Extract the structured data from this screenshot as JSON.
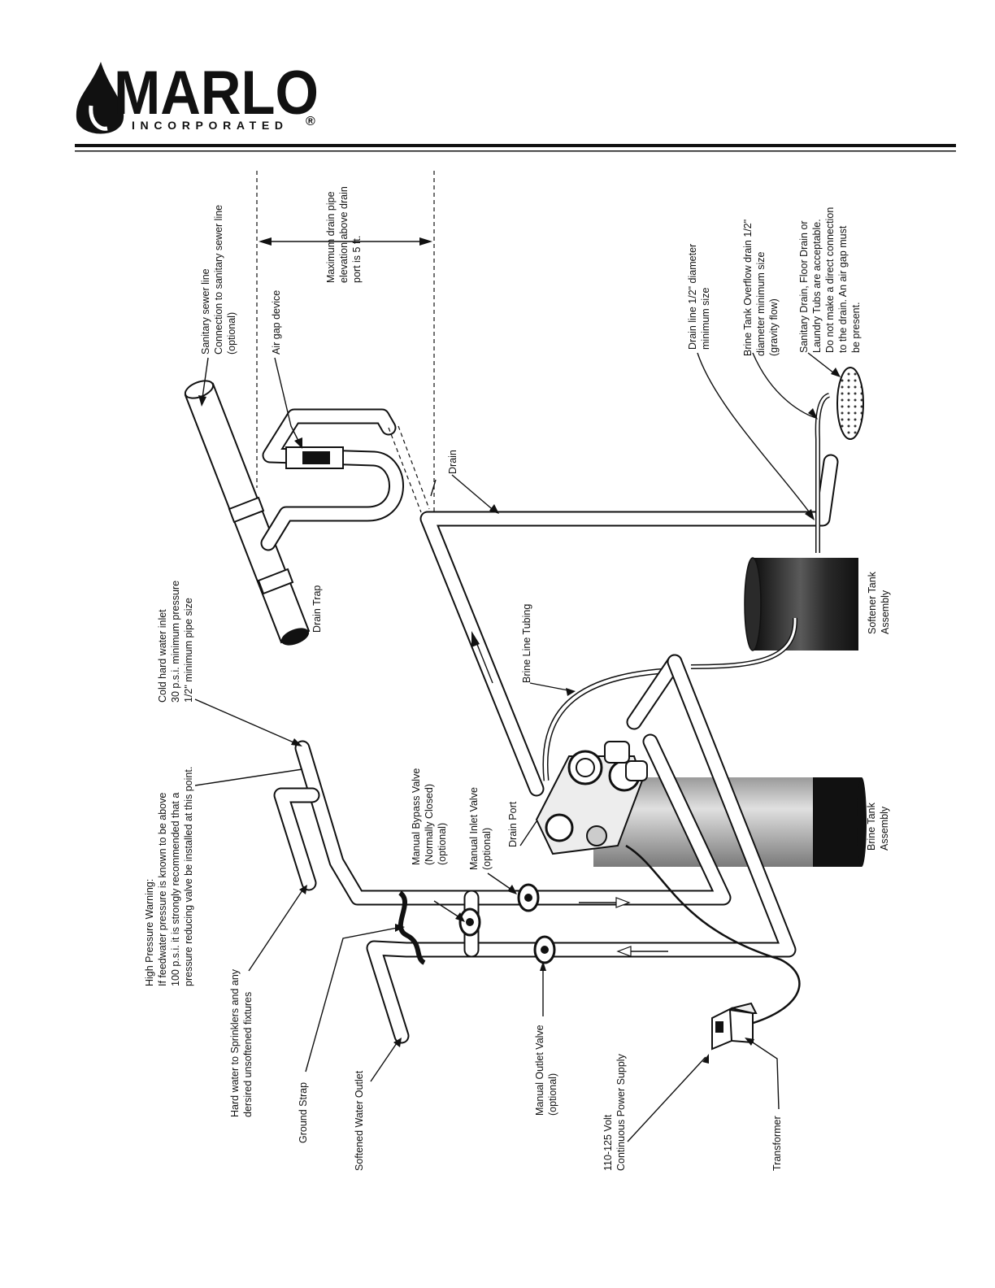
{
  "logo": {
    "brand": "MARLO",
    "sub": "INCORPORATED",
    "registered": "®"
  },
  "labels": {
    "sanitary_sewer": [
      "Sanitary sewer line",
      "Connection to sanitary sewer line",
      "(optional)"
    ],
    "air_gap": [
      "Air gap device"
    ],
    "max_drain": [
      "Maximum drain pipe",
      "elevation above drain",
      "port is 5 ft."
    ],
    "drain_line": [
      "Drain line 1/2\" diameter",
      "minimum size"
    ],
    "brine_overflow": [
      "Brine Tank Overflow drain 1/2\"",
      "diameter minimum size",
      "(gravity flow)"
    ],
    "sanitary_drain": [
      "Sanitary Drain, Floor Drain or",
      "Laundry Tubs are acceptable.",
      "Do not make a direct connection",
      "to the drain. An air gap must",
      "be present."
    ],
    "drain": [
      "Drain"
    ],
    "drain_trap": [
      "Drain Trap"
    ],
    "softener_tank": [
      "Softener Tank",
      "Assembly"
    ],
    "brine_line": [
      "Brine Line Tubing"
    ],
    "cold_inlet": [
      "Cold hard water inlet",
      "30 p.s.i. minimum pressure",
      "1/2\" minimum pipe size"
    ],
    "high_pressure": [
      "High Pressure Warning:",
      "If feedwater pressure is known to be above",
      "100 p.s.i. it is strongly recommended that a",
      "pressure reducing valve be installed at this point."
    ],
    "bypass_valve": [
      "Manual Bypass Valve",
      "(Normally Closed)",
      "(optional)"
    ],
    "inlet_valve": [
      "Manual Inlet Valve",
      "(optional)"
    ],
    "drain_port": [
      "Drain Port"
    ],
    "brine_tank": [
      "Brine Tank",
      "Assembly"
    ],
    "hard_sprinklers": [
      "Hard water to Sprinklers and any",
      "dersired unsoftened fixtures"
    ],
    "ground_strap": [
      "Ground Strap"
    ],
    "softened_outlet": [
      "Softened Water Outlet"
    ],
    "outlet_valve": [
      "Manual Outlet Valve",
      "(optional)"
    ],
    "power_supply": [
      "110-125 Volt",
      "Continuous Power Supply"
    ],
    "transformer": [
      "Transformer"
    ]
  },
  "colors": {
    "ink": "#111111",
    "tank_dark": "#1a1a1a",
    "tank_light": "#bdbdbd"
  }
}
